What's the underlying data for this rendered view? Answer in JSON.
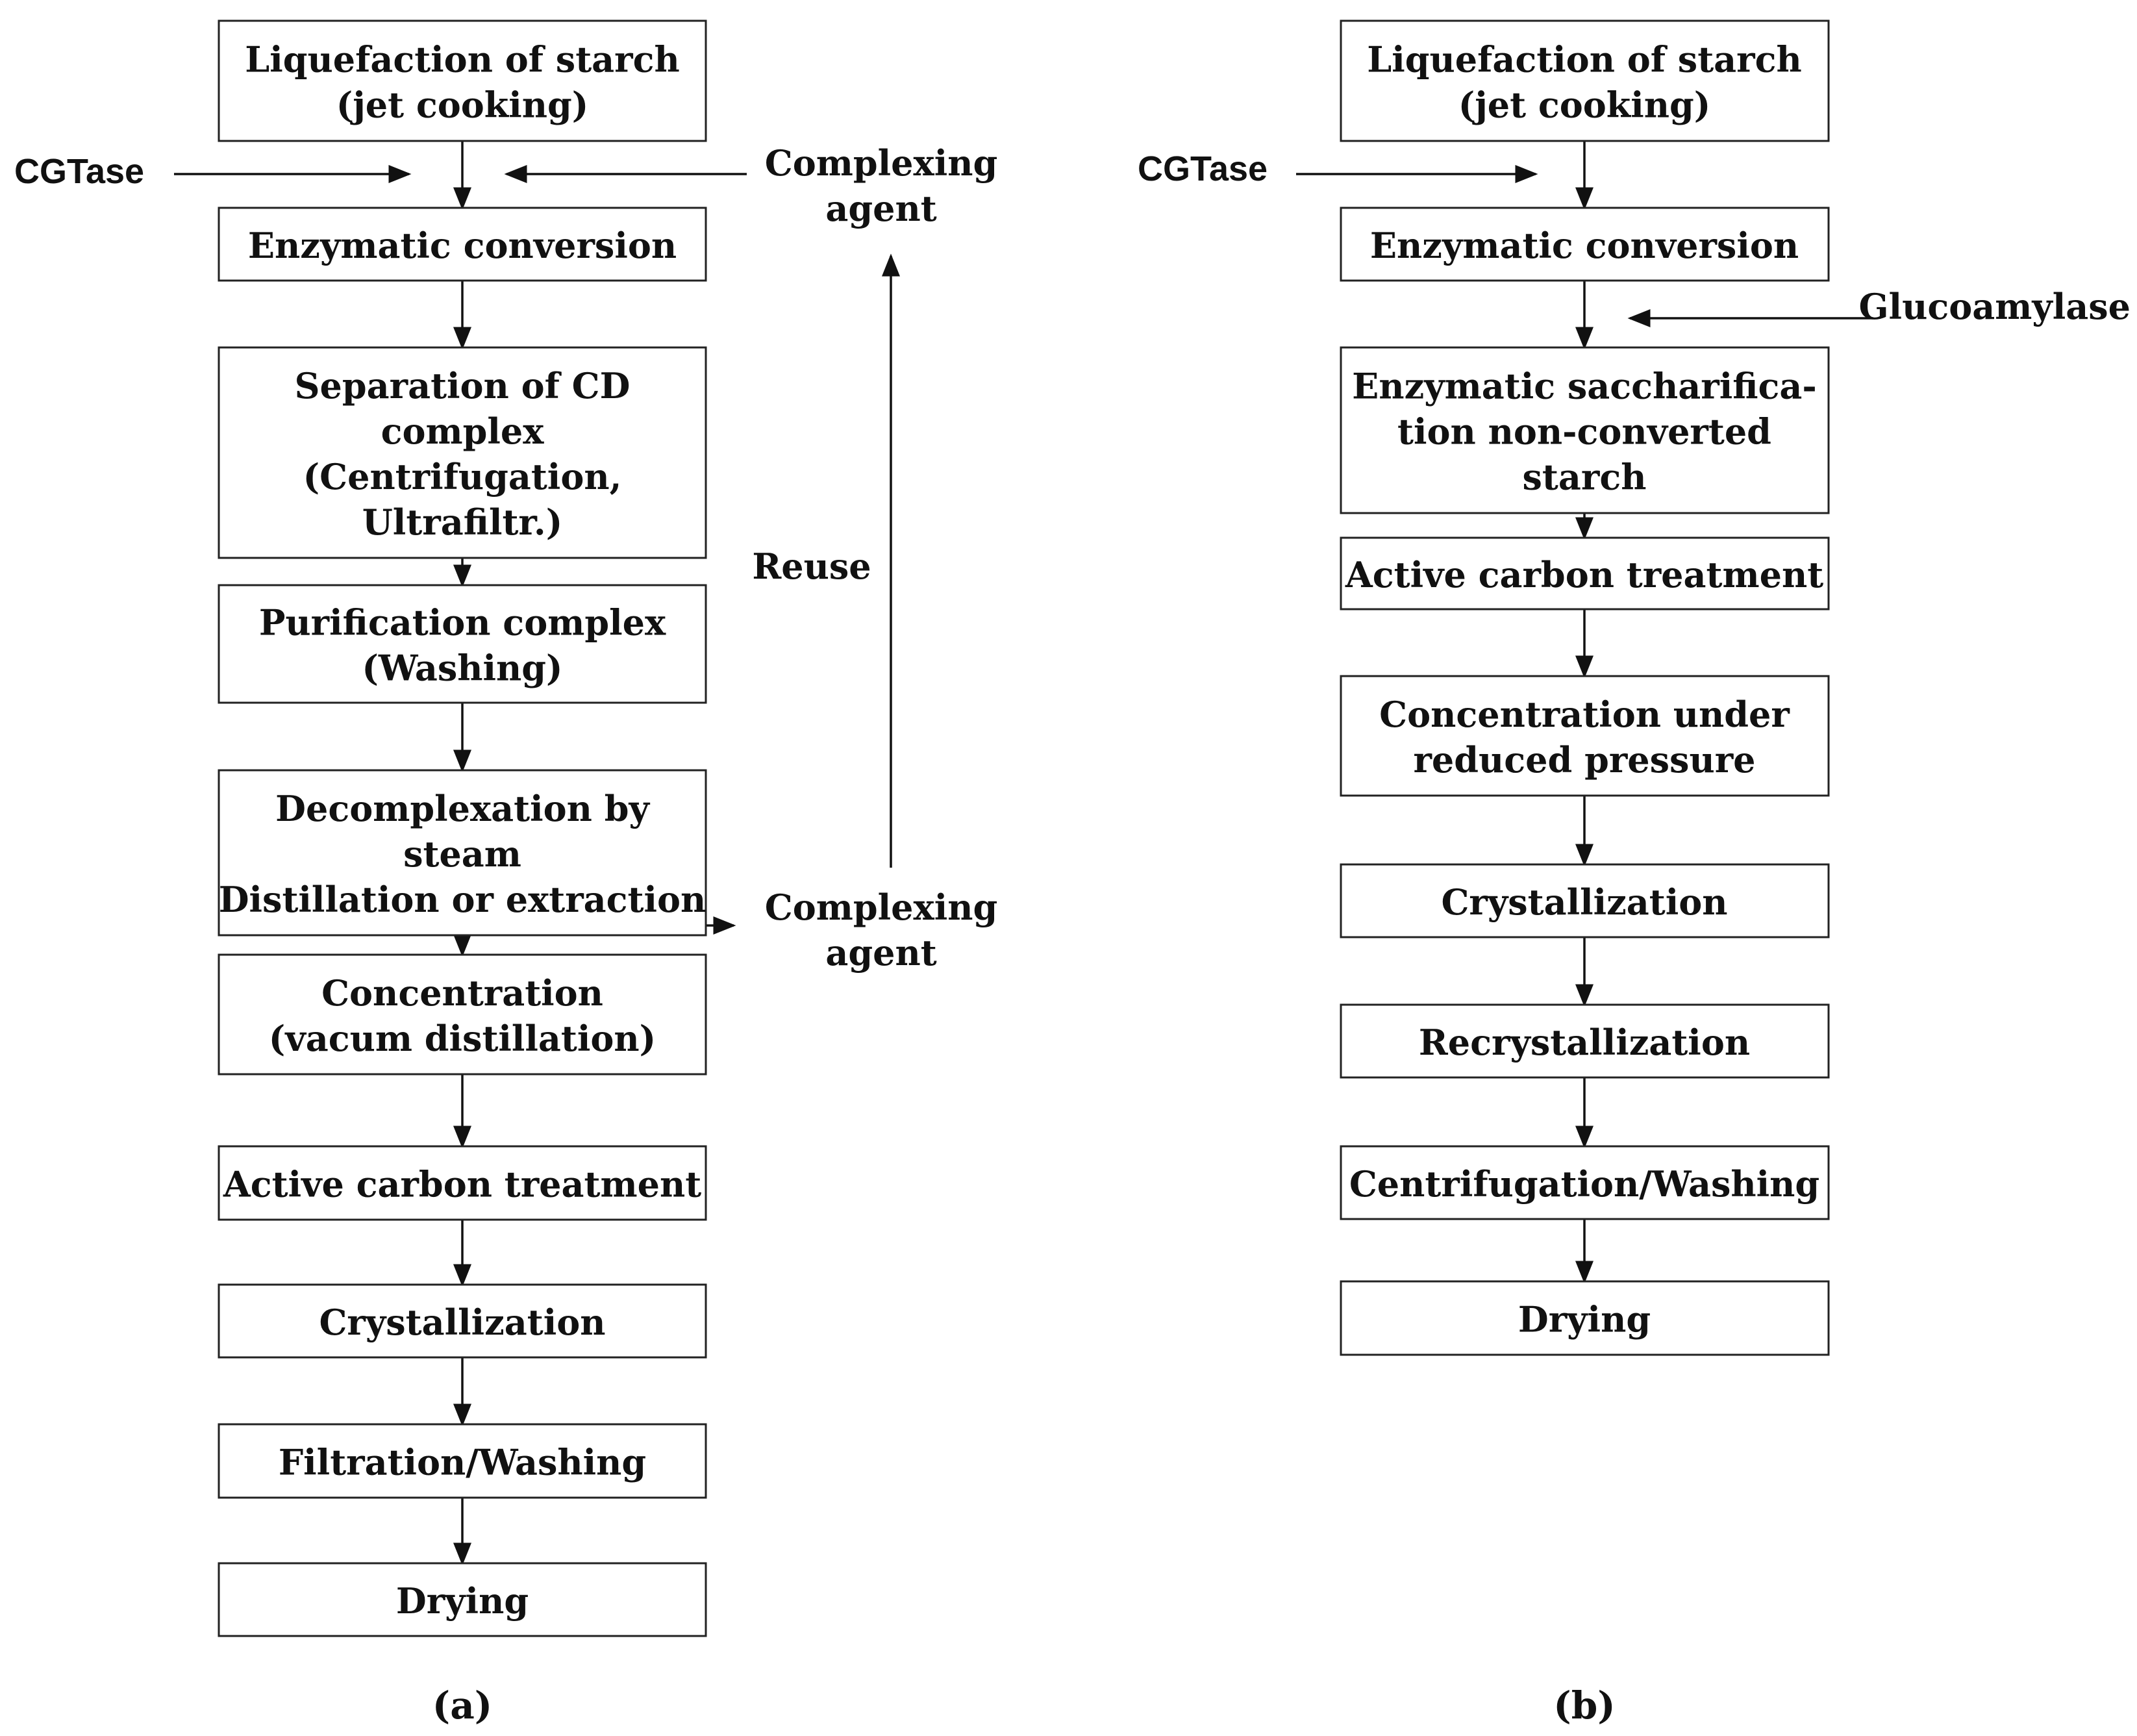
{
  "panels": [
    {
      "id": "a",
      "label": "(a)",
      "steps": [
        [
          "Liquefaction of starch",
          "(jet cooking)"
        ],
        [
          "Enzymatic conversion"
        ],
        [
          "Separation of CD",
          "complex",
          "(Centrifugation,",
          "Ultrafiltr.)"
        ],
        [
          "Purification complex",
          "(Washing)"
        ],
        [
          "Decomplexation by",
          "steam",
          "Distillation or extraction"
        ],
        [
          "Concentration",
          "(vacum distillation)"
        ],
        [
          "Active carbon treatment"
        ],
        [
          "Crystallization"
        ],
        [
          "Filtration/Washing"
        ],
        [
          "Drying"
        ]
      ],
      "inputs": {
        "enzyme": "CGTase",
        "complexing_agent_in": [
          "Complexing",
          "agent"
        ],
        "complexing_agent_out": [
          "Complexing",
          "agent"
        ],
        "reuse": "Reuse"
      }
    },
    {
      "id": "b",
      "label": "(b)",
      "steps": [
        [
          "Liquefaction of starch",
          "(jet cooking)"
        ],
        [
          "Enzymatic conversion"
        ],
        [
          "Enzymatic saccharifica-",
          "tion non-converted",
          "starch"
        ],
        [
          "Active carbon treatment"
        ],
        [
          "Concentration under",
          "reduced pressure"
        ],
        [
          "Crystallization"
        ],
        [
          "Recrystallization"
        ],
        [
          "Centrifugation/Washing"
        ],
        [
          "Drying"
        ]
      ],
      "inputs": {
        "enzyme": "CGTase",
        "saccharification_enzyme": "Glucoamylase"
      }
    }
  ]
}
